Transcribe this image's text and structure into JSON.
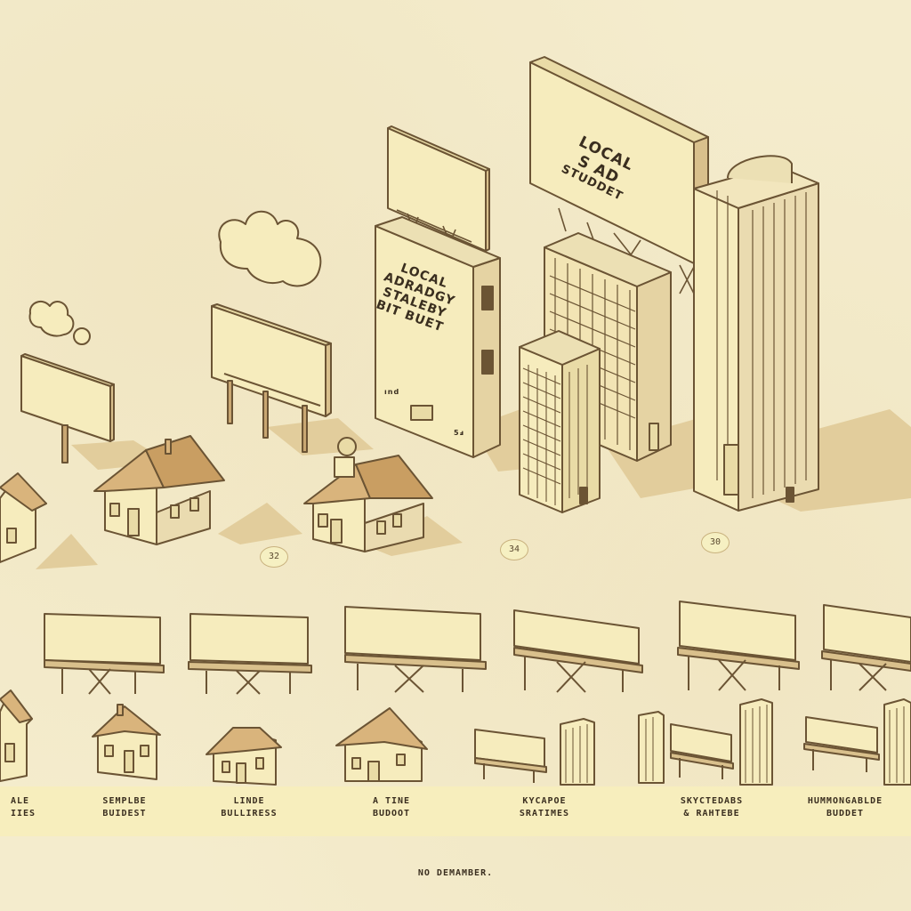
{
  "scene": {
    "palette": {
      "background": "#f4eccd",
      "board_face": "#f6ecbd",
      "outline": "#6b5434",
      "shadow": "#e2cd9c",
      "roof": "#d9b47c"
    },
    "billboards": [
      {
        "lines": [
          "LOCAL",
          "S AD",
          "STUDDET"
        ]
      },
      {
        "lines": [
          "LOCAL",
          "ADRADGY",
          "STALEBY",
          "BIT BUET"
        ]
      }
    ],
    "tower_tags": [
      "ınd",
      "5ⅎ"
    ],
    "markers": [
      "32",
      "34",
      "30"
    ]
  },
  "categories": [
    {
      "lines": [
        "ALE",
        "IIES"
      ]
    },
    {
      "lines": [
        "SEMPLBE",
        "BUIDEST"
      ]
    },
    {
      "lines": [
        "LINDE",
        "BULLIRESS"
      ]
    },
    {
      "lines": [
        "A TINE",
        "BUDOOT"
      ]
    },
    {
      "lines": [
        "KYCAPOE",
        "SRATIMES"
      ]
    },
    {
      "lines": [
        "SKYCTEDABS",
        "& RAHTEBE"
      ]
    },
    {
      "lines": [
        "HUMMONGABLDE",
        "BUDDET"
      ]
    }
  ],
  "footer": {
    "text": "NO DEMAMBER."
  }
}
